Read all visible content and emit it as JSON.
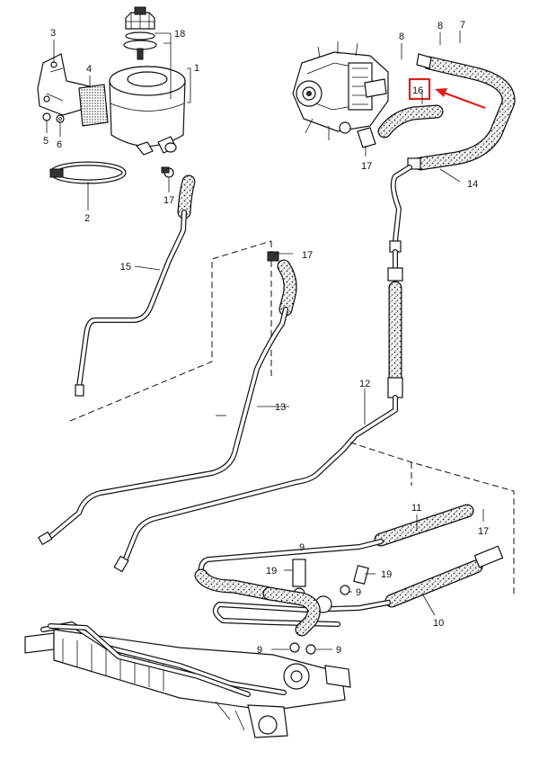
{
  "diagram": {
    "highlight_color": "#e0201c",
    "highlighted_part": "16",
    "callouts": [
      {
        "id": "c1",
        "label": "1"
      },
      {
        "id": "c2",
        "label": "2"
      },
      {
        "id": "c3",
        "label": "3"
      },
      {
        "id": "c4",
        "label": "4"
      },
      {
        "id": "c5",
        "label": "5"
      },
      {
        "id": "c6",
        "label": "6"
      },
      {
        "id": "c7",
        "label": "7"
      },
      {
        "id": "c8a",
        "label": "8"
      },
      {
        "id": "c8b",
        "label": "8"
      },
      {
        "id": "c9a",
        "label": "9"
      },
      {
        "id": "c9b",
        "label": "9"
      },
      {
        "id": "c9c",
        "label": "9"
      },
      {
        "id": "c9d",
        "label": "9"
      },
      {
        "id": "c10",
        "label": "10"
      },
      {
        "id": "c11",
        "label": "11"
      },
      {
        "id": "c12",
        "label": "12"
      },
      {
        "id": "c13",
        "label": "13"
      },
      {
        "id": "c14",
        "label": "14"
      },
      {
        "id": "c15",
        "label": "15"
      },
      {
        "id": "c16",
        "label": "16"
      },
      {
        "id": "c17a",
        "label": "17"
      },
      {
        "id": "c17b",
        "label": "17"
      },
      {
        "id": "c17c",
        "label": "17"
      },
      {
        "id": "c17d",
        "label": "17"
      },
      {
        "id": "c18",
        "label": "18"
      },
      {
        "id": "c19a",
        "label": "19"
      },
      {
        "id": "c19b",
        "label": "19"
      }
    ]
  }
}
